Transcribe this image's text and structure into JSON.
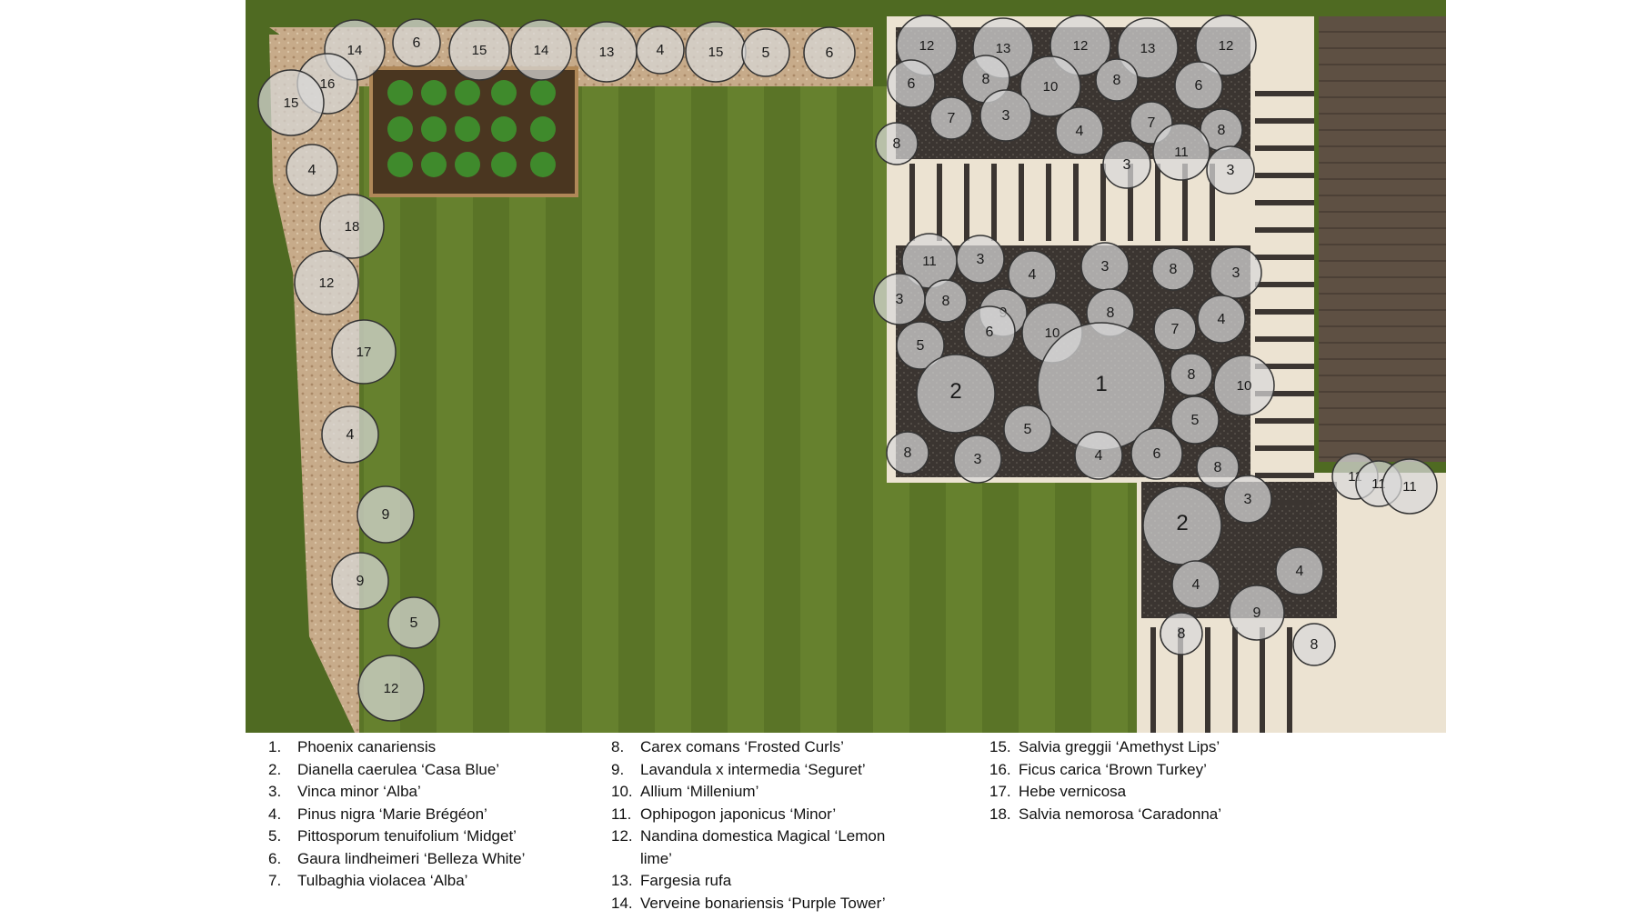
{
  "legend": [
    {
      "num": "1.",
      "name": "Phoenix canariensis"
    },
    {
      "num": "2.",
      "name": "Dianella caerulea ‘Casa Blue’"
    },
    {
      "num": "3.",
      "name": "Vinca minor ‘Alba’"
    },
    {
      "num": "4.",
      "name": "Pinus nigra ‘Marie Brégéon’"
    },
    {
      "num": "5.",
      "name": "Pittosporum tenuifolium ‘Midget’"
    },
    {
      "num": "6.",
      "name": "Gaura lindheimeri ‘Belleza White’"
    },
    {
      "num": "7.",
      "name": "Tulbaghia violacea ‘Alba’"
    },
    {
      "num": "8.",
      "name": "Carex comans ‘Frosted Curls’"
    },
    {
      "num": "9.",
      "name": "Lavandula x intermedia ‘Seguret’"
    },
    {
      "num": "10.",
      "name": "Allium ‘Millenium’"
    },
    {
      "num": "11.",
      "name": "Ophipogon japonicus ‘Minor’"
    },
    {
      "num": "12.",
      "name": "Nandina domestica Magical ‘Lemon lime’"
    },
    {
      "num": "13.",
      "name": "Fargesia rufa"
    },
    {
      "num": "14.",
      "name": "Verveine bonariensis ‘Purple Tower’"
    },
    {
      "num": "15.",
      "name": "Salvia greggii ‘Amethyst Lips’"
    },
    {
      "num": "16.",
      "name": "Ficus carica ‘Brown Turkey’"
    },
    {
      "num": "17.",
      "name": "Hebe vernicosa"
    },
    {
      "num": "18.",
      "name": "Salvia nemorosa ‘Caradonna’"
    }
  ],
  "plan_markers": [
    "14",
    "6",
    "15",
    "14",
    "13",
    "4",
    "15",
    "5",
    "6",
    "16",
    "15",
    "4",
    "18",
    "12",
    "17",
    "4",
    "9",
    "9",
    "5",
    "12",
    "12",
    "13",
    "12",
    "13",
    "12",
    "6",
    "8",
    "10",
    "8",
    "6",
    "7",
    "3",
    "4",
    "7",
    "8",
    "8",
    "3",
    "11",
    "3",
    "11",
    "3",
    "4",
    "3",
    "8",
    "3",
    "3",
    "8",
    "9",
    "8",
    "4",
    "5",
    "6",
    "10",
    "7",
    "1",
    "2",
    "8",
    "10",
    "5",
    "5",
    "8",
    "3",
    "4",
    "6",
    "8",
    "3",
    "11",
    "11",
    "11",
    "2",
    "4",
    "4",
    "9",
    "8",
    "8"
  ],
  "colors": {
    "lawn": "#5f7a2a",
    "lawn_stripe": "#6c8834",
    "gravel_bed": "#3a3430",
    "path_stone": "#ece3d2",
    "deck": "#5e5043",
    "raised_bed_soil": "#4a3620",
    "marker_fill": "#d8d8d8",
    "marker_stroke": "#333333"
  }
}
